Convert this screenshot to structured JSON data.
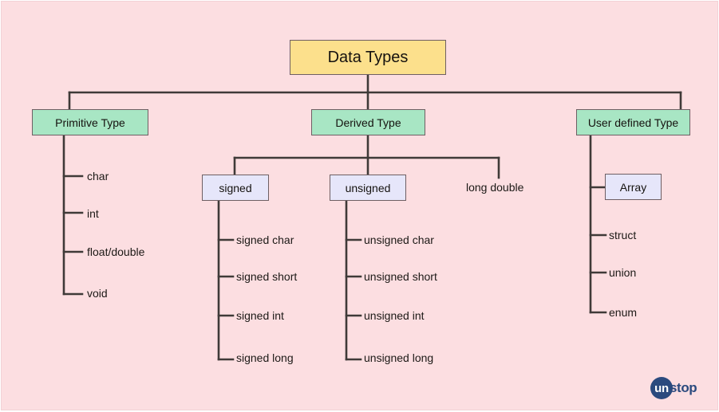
{
  "diagram": {
    "title": "Data Types",
    "background_color": "#fcdee1",
    "line_color": "#3f3a38",
    "root": {
      "label": "Data Types",
      "color": "#fce08c"
    },
    "level2": [
      {
        "label": "Primitive Type",
        "color": "#a8e6c4"
      },
      {
        "label": "Derived Type",
        "color": "#a8e6c4"
      },
      {
        "label": "User defined Type",
        "color": "#a8e6c4"
      }
    ],
    "level3": [
      {
        "label": "signed",
        "color": "#e6e6fa"
      },
      {
        "label": "unsigned",
        "color": "#e6e6fa"
      },
      {
        "label": "Array",
        "color": "#e6e6fa"
      }
    ],
    "plain_nodes": [
      {
        "label": "long double"
      }
    ],
    "primitive_leaves": [
      {
        "label": "char"
      },
      {
        "label": "int"
      },
      {
        "label": "float/double"
      },
      {
        "label": "void"
      }
    ],
    "signed_leaves": [
      {
        "label": "signed char"
      },
      {
        "label": "signed short"
      },
      {
        "label": "signed int"
      },
      {
        "label": "signed long"
      }
    ],
    "unsigned_leaves": [
      {
        "label": "unsigned char"
      },
      {
        "label": "unsigned short"
      },
      {
        "label": "unsigned int"
      },
      {
        "label": "unsigned long"
      }
    ],
    "userdefined_leaves": [
      {
        "label": "struct"
      },
      {
        "label": "union"
      },
      {
        "label": "enum"
      }
    ]
  },
  "logo": {
    "circle_text": "un",
    "word_text": "stop",
    "brand_color": "#2b4a7e"
  }
}
